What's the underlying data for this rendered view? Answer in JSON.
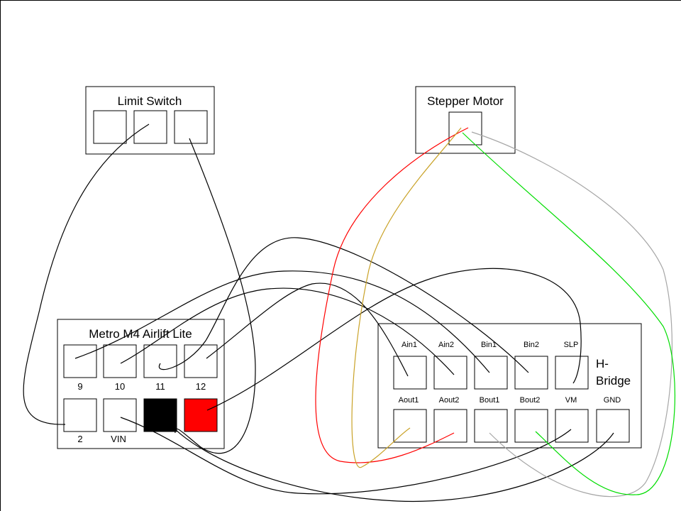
{
  "colors": {
    "background": "#ffffff",
    "line": "#000000",
    "pin_black": "#000000",
    "pin_red": "#ff0000",
    "wire_black": "#000000",
    "wire_red": "#ff0000",
    "wire_gold": "#c9a227",
    "wire_grey": "#a6a6a6",
    "wire_green": "#00dd00"
  },
  "limit_switch": {
    "title": "Limit Switch",
    "pins": [
      "",
      "",
      ""
    ]
  },
  "stepper_motor": {
    "title": "Stepper Motor"
  },
  "metro": {
    "title": "Metro M4 Airlift Lite",
    "top_pins": [
      "9",
      "10",
      "11",
      "12"
    ],
    "bottom_pins": [
      "2",
      "VIN",
      "",
      ""
    ]
  },
  "hbridge": {
    "title_line1": "H-",
    "title_line2": "Bridge",
    "top_pins": [
      "Ain1",
      "Ain2",
      "Bin1",
      "Bin2",
      "SLP"
    ],
    "bottom_pins": [
      "Aout1",
      "Aout2",
      "Bout1",
      "Bout2",
      "VM",
      "GND"
    ]
  }
}
